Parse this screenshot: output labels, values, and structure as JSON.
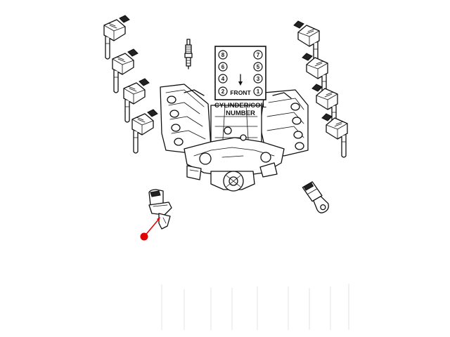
{
  "firing_order_chart": {
    "front_label": "FRONT",
    "title_line1": "CYLINDER/COIL",
    "title_line2": "NUMBER",
    "left_bank": [
      "8",
      "6",
      "4",
      "2"
    ],
    "right_bank": [
      "7",
      "5",
      "3",
      "1"
    ]
  },
  "callout": {
    "color": "#e00000",
    "target": "crankshaft-position-sensor"
  },
  "parts": {
    "ignition_coil_count": 8,
    "spark_plug_count": 1,
    "sensor_count": 2
  }
}
